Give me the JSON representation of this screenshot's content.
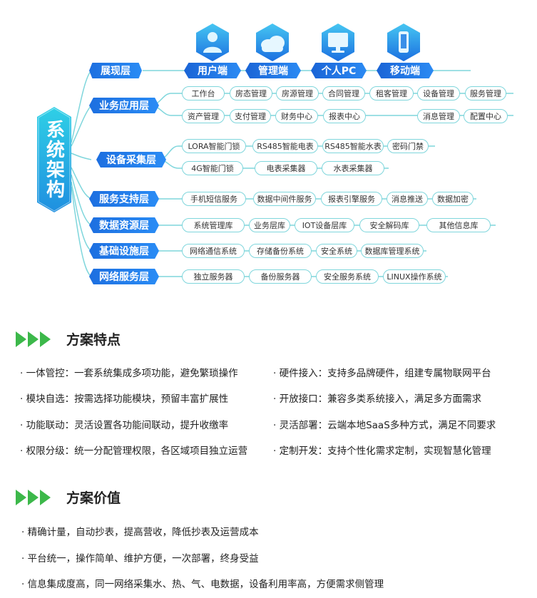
{
  "root_label": "系统架构",
  "terminals": [
    {
      "label": "用户端",
      "icon": "user-icon"
    },
    {
      "label": "管理端",
      "icon": "cloud-icon"
    },
    {
      "label": "个人PC",
      "icon": "monitor-icon"
    },
    {
      "label": "移动端",
      "icon": "phone-icon"
    }
  ],
  "layers": [
    {
      "label": "展现层",
      "items": []
    },
    {
      "label": "业务应用层",
      "items": [
        "工作台",
        "房态管理",
        "房源管理",
        "合同管理",
        "租客管理",
        "设备管理",
        "服务管理",
        "资产管理",
        "支付管理",
        "财务中心",
        "报表中心",
        "消息管理",
        "配置中心"
      ]
    },
    {
      "label": "设备采集层",
      "items": [
        "LORA智能门锁",
        "RS485智能电表",
        "RS485智能水表",
        "密码门禁",
        "4G智能门锁",
        "电表采集器",
        "水表采集器"
      ]
    },
    {
      "label": "服务支持层",
      "items": [
        "手机短信服务",
        "数据中间件服务",
        "报表引擎服务",
        "消息推送",
        "数据加密"
      ]
    },
    {
      "label": "数据资源层",
      "items": [
        "系统管理库",
        "业务层库",
        "IOT设备层库",
        "安全解码库",
        "其他信息库"
      ]
    },
    {
      "label": "基础设施层",
      "items": [
        "网络通信系统",
        "存储备份系统",
        "安全系统",
        "数据库管理系统"
      ]
    },
    {
      "label": "网络服务层",
      "items": [
        "独立服务器",
        "备份服务器",
        "安全服务系统",
        "LINUX操作系统"
      ]
    }
  ],
  "features": {
    "title": "方案特点",
    "items": [
      "· 一体管控：一套系统集成多项功能，避免繁琐操作",
      "· 硬件接入：支持多品牌硬件，组建专属物联网平台",
      "· 模块自选：按需选择功能模块，预留丰富扩展性",
      "· 开放接口：兼容多类系统接入，满足多方面需求",
      "· 功能联动：灵活设置各功能间联动，提升收缴率",
      "· 灵活部署：云端本地SaaS多种方式，满足不同要求",
      "· 权限分级：统一分配管理权限，各区域项目独立运营",
      "· 定制开发：支持个性化需求定制，实现智慧化管理"
    ]
  },
  "values": {
    "title": "方案价值",
    "items": [
      "· 精确计量，自动抄表，提高营收，降低抄表及运营成本",
      "· 平台统一，操作简单、维护方便，一次部署，终身受益",
      "· 信息集成度高，同一网络采集水、热、气、电数据，设备利用率高，方便需求侧管理"
    ]
  },
  "colors": {
    "layer_blue": "#1d6fe0",
    "pill_border": "#7fd6dc",
    "root_cyan": "#2fd0e6",
    "arrow_green": "#3cb84a"
  }
}
